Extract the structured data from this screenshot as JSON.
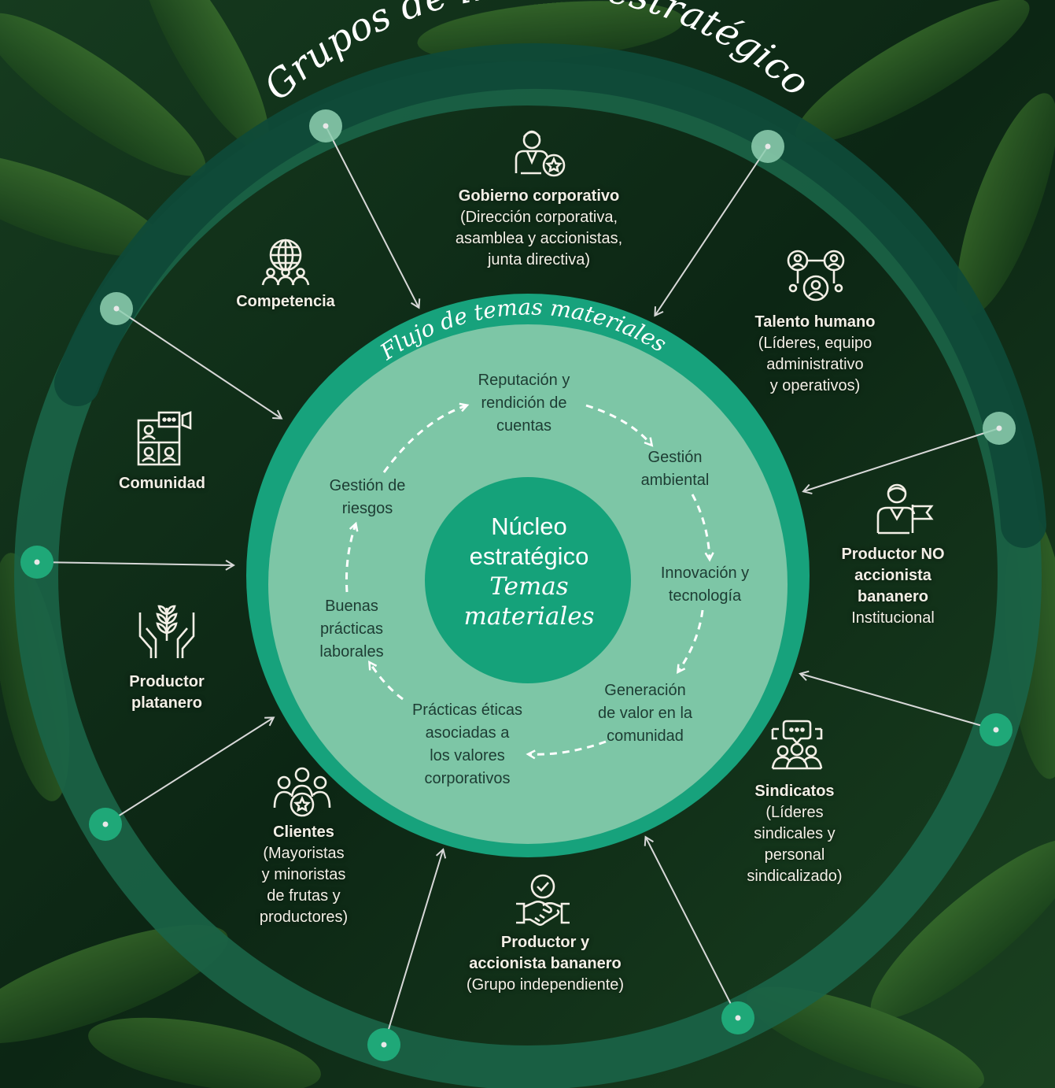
{
  "title": "Grupos de interés estratégicos",
  "flow_title": "Flujo de temas materiales",
  "core": {
    "line1": "Núcleo",
    "line2": "estratégico",
    "line3": "Temas",
    "line4": "materiales"
  },
  "colors": {
    "outer_ring": "#1a6347",
    "outer_ring_dark": "#0f4a38",
    "flow_ring": "#17a27c",
    "inner_disc": "#7dc6a6",
    "core": "#15a27a",
    "dot": "#8fd0b2",
    "text_light": "#f3efe6"
  },
  "stakeholders": [
    {
      "id": "gobierno",
      "icon": "person-star-icon",
      "name": "Gobierno corporativo",
      "desc": "(Dirección corporativa,\nasamblea y accionistas,\njunta directiva)"
    },
    {
      "id": "talento",
      "icon": "team-network-icon",
      "name": "Talento humano",
      "desc": "(Líderes, equipo\nadministrativo\ny operativos)"
    },
    {
      "id": "productor-no",
      "icon": "person-flag-icon",
      "name": "Productor NO\naccionista\nbananero",
      "desc": "Institucional"
    },
    {
      "id": "sindicatos",
      "icon": "group-chat-icon",
      "name": "Sindicatos",
      "desc": "(Líderes\nsindicales y\npersonal\nsindicalizado)"
    },
    {
      "id": "productor-accionista",
      "icon": "handshake-check-icon",
      "name": "Productor y\naccionista bananero",
      "desc": "(Grupo independiente)"
    },
    {
      "id": "clientes",
      "icon": "group-star-icon",
      "name": "Clientes",
      "desc": "(Mayoristas\ny minoristas\nde frutas y\nproductores)"
    },
    {
      "id": "platanero",
      "icon": "hands-plant-icon",
      "name": "Productor\nplatanero",
      "desc": ""
    },
    {
      "id": "comunidad",
      "icon": "video-call-icon",
      "name": "Comunidad",
      "desc": ""
    },
    {
      "id": "competencia",
      "icon": "globe-people-icon",
      "name": "Competencia",
      "desc": ""
    }
  ],
  "flow_topics": [
    "Reputación y\nrendición de\ncuentas",
    "Gestión\nambiental",
    "Innovación y\ntecnología",
    "Generación\nde valor en la\ncomunidad",
    "Prácticas éticas\nasociadas a\nlos valores\ncorporativos",
    "Buenas\nprácticas\nlaborales",
    "Gestión de\nriesgos"
  ]
}
